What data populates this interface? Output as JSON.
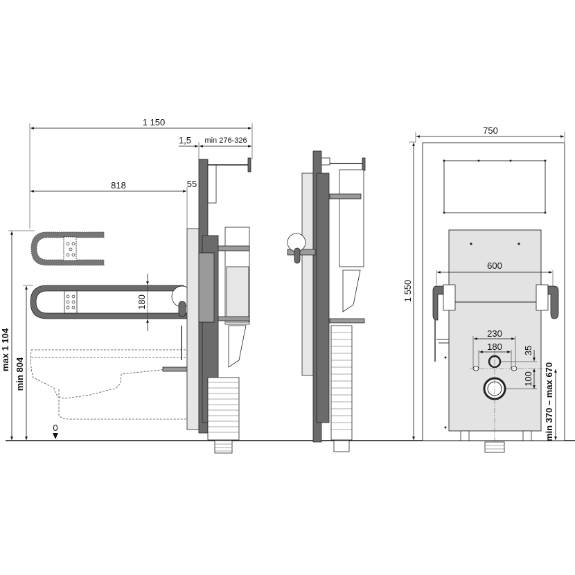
{
  "side_view": {
    "overall_width": "1 150",
    "wall_gap": "1,5",
    "frame_depth": "min 276-326",
    "bar_length": "818",
    "bar_offset": "55",
    "bar_spacing": "180",
    "max_height": "max 1 104",
    "min_height": "min 804",
    "floor_level": "0"
  },
  "front_view": {
    "width": "750",
    "height": "1 550",
    "bar_distance": "600",
    "bolt_outer": "230",
    "bolt_inner": "180",
    "inlet_offset": "35",
    "outlet_offset": "100",
    "outlet_height": "min 370 – max 670"
  }
}
